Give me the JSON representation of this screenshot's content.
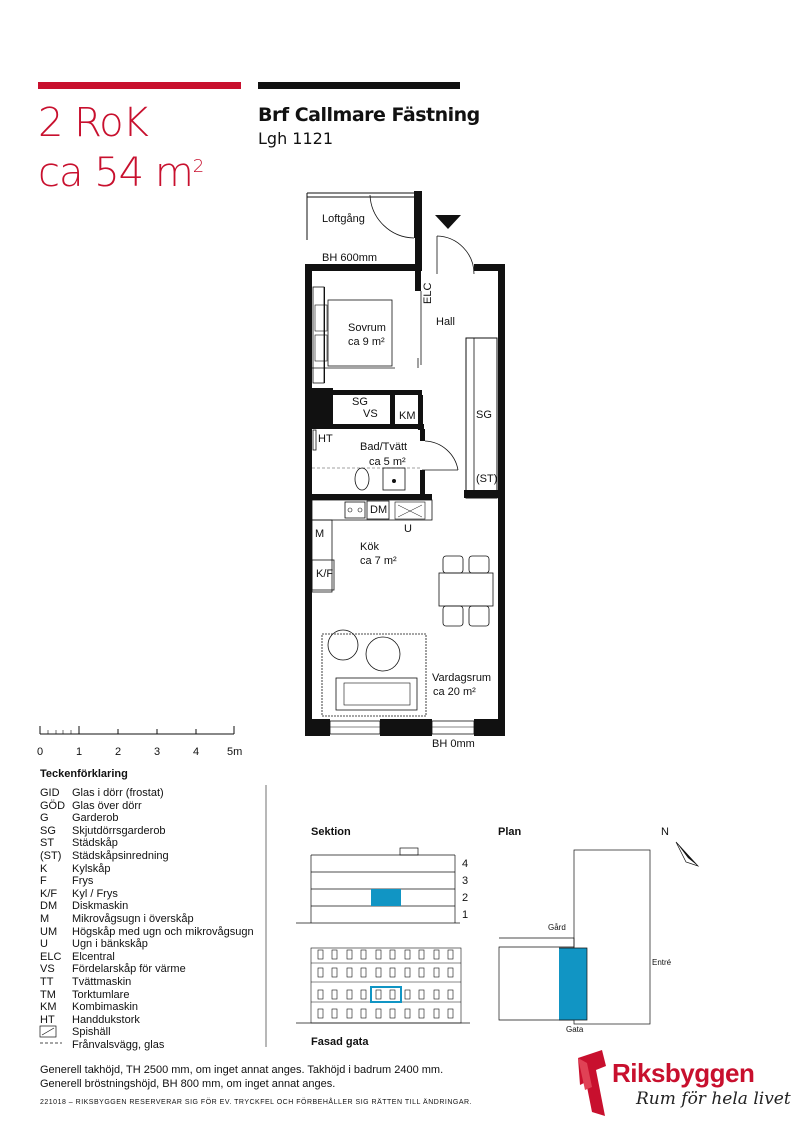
{
  "header": {
    "rooms": "2 RoK",
    "area_prefix": "ca 54 m",
    "area_sup": "2",
    "association": "Brf Callmare Fästning",
    "apartment": "Lgh 1121"
  },
  "plan_labels": {
    "loftgang": "Loftgång",
    "bh_top": "BH 600mm",
    "elc": "ELC",
    "hall": "Hall",
    "sovrum": "Sovrum",
    "sovrum_area": "ca 9 m²",
    "sg1": "SG",
    "vs": "VS",
    "km": "KM",
    "sg2": "SG",
    "ht": "HT",
    "bad": "Bad/Tvätt",
    "bad_area": "ca 5 m²",
    "st": "(ST)",
    "dm": "DM",
    "u": "U",
    "m": "M",
    "kok": "Kök",
    "kok_area": "ca 7 m²",
    "kf": "K/F",
    "vardagsrum": "Vardagsrum",
    "vardagsrum_area": "ca 20 m²",
    "bh_bottom": "BH 0mm"
  },
  "scale": {
    "ticks": [
      "0",
      "1",
      "2",
      "3",
      "4",
      "5m"
    ]
  },
  "legend": {
    "title": "Teckenförklaring",
    "items": [
      {
        "code": "GID",
        "text": "Glas i dörr (frostat)"
      },
      {
        "code": "GÖD",
        "text": "Glas över dörr"
      },
      {
        "code": "G",
        "text": "Garderob"
      },
      {
        "code": "SG",
        "text": "Skjutdörrsgarderob"
      },
      {
        "code": "ST",
        "text": "Städskåp"
      },
      {
        "code": "(ST)",
        "text": "Städskåpsinredning"
      },
      {
        "code": "K",
        "text": "Kylskåp"
      },
      {
        "code": "F",
        "text": "Frys"
      },
      {
        "code": "K/F",
        "text": "Kyl / Frys"
      },
      {
        "code": "DM",
        "text": "Diskmaskin"
      },
      {
        "code": "M",
        "text": "Mikrovågsugn i överskåp"
      },
      {
        "code": "UM",
        "text": "Högskåp med ugn och mikrovågsugn"
      },
      {
        "code": "U",
        "text": "Ugn i bänkskåp"
      },
      {
        "code": "ELC",
        "text": "Elcentral"
      },
      {
        "code": "VS",
        "text": "Fördelarskåp för värme"
      },
      {
        "code": "TT",
        "text": "Tvättmaskin"
      },
      {
        "code": "TM",
        "text": "Torktumlare"
      },
      {
        "code": "KM",
        "text": "Kombimaskin"
      },
      {
        "code": "HT",
        "text": "Handdukstork"
      },
      {
        "code": "",
        "text": "Spishäll"
      },
      {
        "code": "",
        "text": "Frånvalsvägg, glas"
      }
    ]
  },
  "section": {
    "label": "Sektion",
    "floors": [
      "4",
      "3",
      "2",
      "1"
    ],
    "highlight_floor": "2"
  },
  "plan": {
    "label": "Plan",
    "north": "N",
    "gard": "Gård",
    "entre": "Entré",
    "gata": "Gata"
  },
  "fasad": {
    "label": "Fasad gata"
  },
  "notes": {
    "line1": "Generell takhöjd, TH 2500 mm, om inget annat anges. Takhöjd i badrum 2400 mm.",
    "line2": "Generell bröstningshöjd, BH 800 mm, om inget annat anges."
  },
  "footer": "221018 – RIKSBYGGEN RESERVERAR SIG FÖR EV. TRYCKFEL OCH FÖRBEHÅLLER SIG RÄTTEN TILL ÄNDRINGAR.",
  "brand": {
    "name": "Riksbyggen",
    "slogan": "Rum för hela livet"
  },
  "colors": {
    "brand_red": "#c8102e",
    "highlight_blue": "#1195c4"
  }
}
